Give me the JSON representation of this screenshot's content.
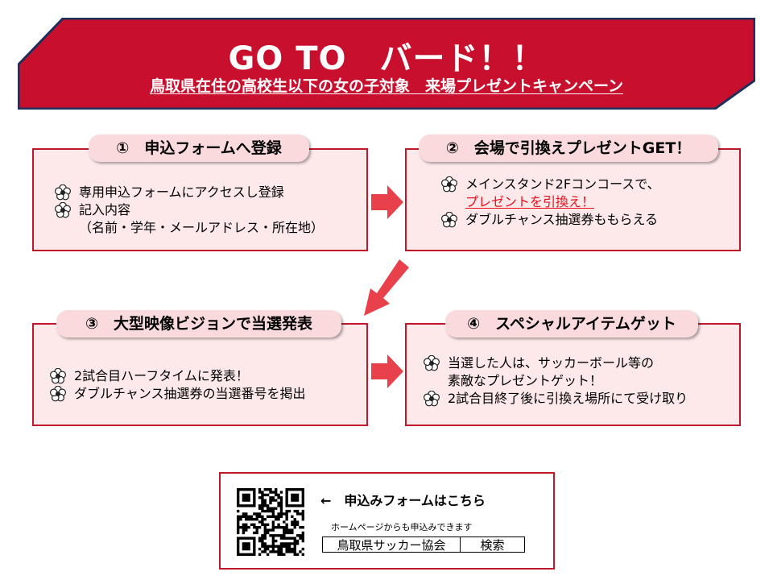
{
  "banner": {
    "title": "GO TO　バード！！",
    "subtitle": "鳥取県在住の高校生以下の女の子対象　来場プレゼントキャンペーン",
    "color": "#c8102e"
  },
  "steps": [
    {
      "heading": "①　申込フォームへ登録",
      "items": [
        "専用申込フォームにアクセスし登録",
        "記入内容"
      ],
      "continuation": "（名前・学年・メールアドレス・所在地）"
    },
    {
      "heading": "②　会場で引換えプレゼントGET！",
      "items": [
        "メインスタンド2Fコンコースで、",
        "ダブルチャンス抽選券ももらえる"
      ],
      "highlight": "プレゼントを引換え！"
    },
    {
      "heading": "③　大型映像ビジョンで当選発表",
      "items": [
        "2試合目ハーフタイムに発表！",
        "ダブルチャンス抽選券の当選番号を掲出"
      ]
    },
    {
      "heading": "④　スペシャルアイテムゲット",
      "items": [
        "当選した人は、サッカーボール等の",
        "2試合目終了後に引換え場所にて受け取り"
      ],
      "continuation": "素敵なプレゼントゲット！"
    }
  ],
  "apply": {
    "caption": "←　申込みフォームはこちら",
    "note": "ホームページからも申込みできます",
    "search_term": "鳥取県サッカー協会",
    "search_button": "検索"
  },
  "colors": {
    "accent": "#e8414c",
    "border": "#c0182a",
    "box_fill": "#fde8ea",
    "highlight": "#e8101c"
  }
}
